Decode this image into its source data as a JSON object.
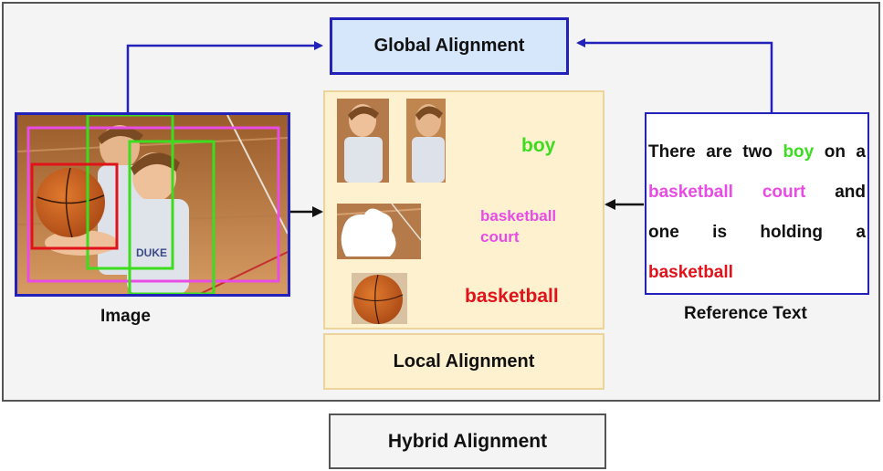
{
  "global_alignment": {
    "label": "Global Alignment"
  },
  "local_alignment": {
    "label": "Local Alignment"
  },
  "hybrid_alignment": {
    "label": "Hybrid Alignment"
  },
  "image_panel": {
    "caption": "Image"
  },
  "reference_text": {
    "caption": "Reference Text",
    "lines": [
      [
        "There",
        "are",
        "two",
        "boy",
        "on",
        "a"
      ],
      [
        "basketball",
        "court",
        "and"
      ],
      [
        "one",
        "is",
        "holding",
        "a"
      ],
      [
        "basketball"
      ]
    ],
    "highlight_colors": {
      "boy": "#3ddc1f",
      "court": "#e84ce4",
      "basketball": "#e0121a"
    }
  },
  "local_items": [
    {
      "text": "boy",
      "color": "#3ddc1f"
    },
    {
      "text_line1": "basketball",
      "text_line2": "court",
      "color": "#e84ce4"
    },
    {
      "text": "basketball",
      "color": "#e0121a"
    }
  ],
  "colors": {
    "box_blue": "#2222bb",
    "green": "#3ddc1f",
    "magenta": "#e84ce4",
    "red": "#e0121a"
  }
}
